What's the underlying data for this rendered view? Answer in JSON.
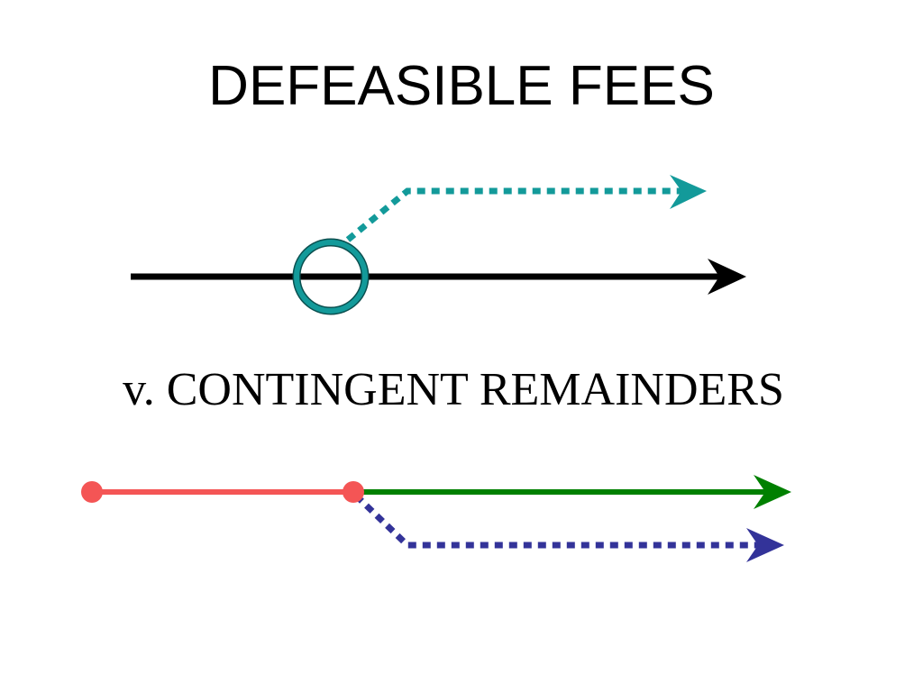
{
  "slide": {
    "title": "DEFEASIBLE FEES",
    "subtitle": "v. CONTINGENT REMAINDERS"
  },
  "colors": {
    "background": "#ffffff",
    "text": "#000000",
    "timeline_black": "#000000",
    "teal": "#139a9a",
    "teal_dark": "#0b4f4f",
    "red": "#f45555",
    "green": "#008000",
    "navy": "#333399"
  },
  "diagrams": {
    "defeasible_fee": {
      "main_line_style": "solid",
      "condition_marker": "hollow-circle",
      "divest_path_style": "dotted"
    },
    "contingent_remainder": {
      "prior_estate_style": "solid",
      "remainder_style": "solid",
      "alternate_path_style": "dotted"
    }
  }
}
